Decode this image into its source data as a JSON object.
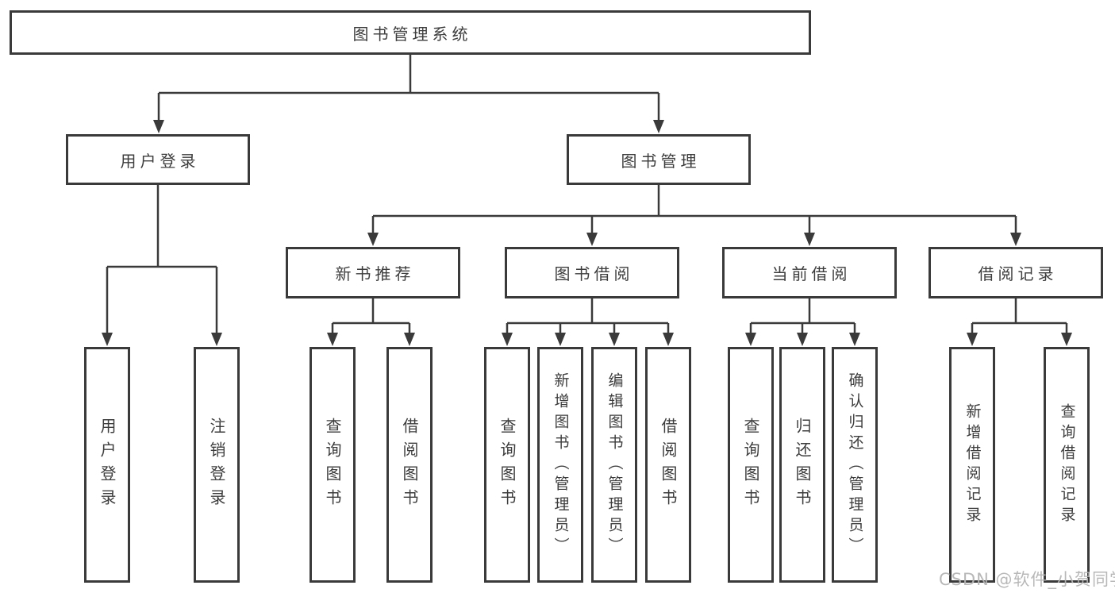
{
  "diagram_title": "图书管理系统",
  "nodes": {
    "root": {
      "label": "图书管理系统"
    },
    "level1": [
      {
        "label": "用户登录"
      },
      {
        "label": "图书管理"
      }
    ],
    "level2": [
      {
        "label": "新书推荐"
      },
      {
        "label": "图书借阅"
      },
      {
        "label": "当前借阅"
      },
      {
        "label": "借阅记录"
      }
    ],
    "leaves": {
      "login": [
        {
          "label": "用户登录"
        },
        {
          "label": "注销登录"
        }
      ],
      "recommend": [
        {
          "label": "查询图书"
        },
        {
          "label": "借阅图书"
        }
      ],
      "borrow": [
        {
          "label": "查询图书"
        },
        {
          "label": "新增图书（管理员）"
        },
        {
          "label": "编辑图书（管理员）"
        },
        {
          "label": "借阅图书"
        }
      ],
      "current": [
        {
          "label": "查询图书"
        },
        {
          "label": "归还图书"
        },
        {
          "label": "确认归还（管理员）"
        }
      ],
      "records": [
        {
          "label": "新增借阅记录"
        },
        {
          "label": "查询借阅记录"
        }
      ]
    }
  },
  "watermark": {
    "text": "CSDN @软件_小贺同学"
  },
  "colors": {
    "line": "#3a3a3a",
    "box_border": "#3a3a3a",
    "box_fill": "#ffffff",
    "text": "#3d3d3d",
    "watermark": "#b5b5b5",
    "background": "#ffffff"
  }
}
